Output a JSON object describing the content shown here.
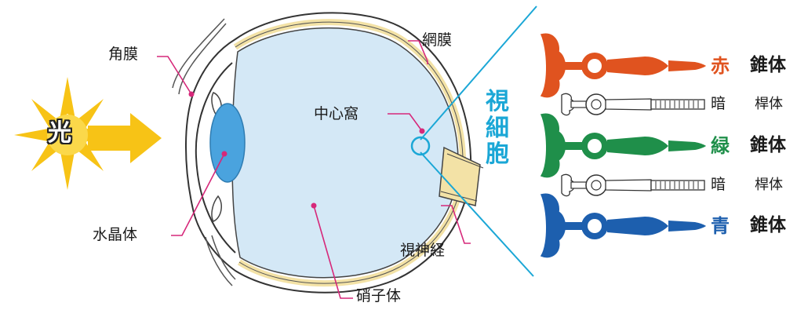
{
  "colors": {
    "red": "#e0531f",
    "green": "#1f8f4a",
    "blue": "#1d5fae",
    "cyan": "#1ba7d6",
    "leader": "#d6287a",
    "sun": "#f7c316",
    "vitreous": "#d4e8f6",
    "lens": "#4aa3de",
    "retina": "#f3e2a6"
  },
  "light": {
    "label": "光"
  },
  "labels": {
    "cornea": "角膜",
    "lens": "水晶体",
    "retina": "網膜",
    "fovea": "中心窩",
    "optic_nerve": "視神経",
    "vitreous": "硝子体"
  },
  "photoreceptors": {
    "title": "視細胞",
    "rows": [
      {
        "color_label": "赤",
        "type_label": "錐体",
        "kind": "cone",
        "color": "#e0531f"
      },
      {
        "color_label": "暗",
        "type_label": "桿体",
        "kind": "rod",
        "color": "#ffffff"
      },
      {
        "color_label": "緑",
        "type_label": "錐体",
        "kind": "cone",
        "color": "#1f8f4a"
      },
      {
        "color_label": "暗",
        "type_label": "桿体",
        "kind": "rod",
        "color": "#ffffff"
      },
      {
        "color_label": "青",
        "type_label": "錐体",
        "kind": "cone",
        "color": "#1d5fae"
      }
    ]
  }
}
